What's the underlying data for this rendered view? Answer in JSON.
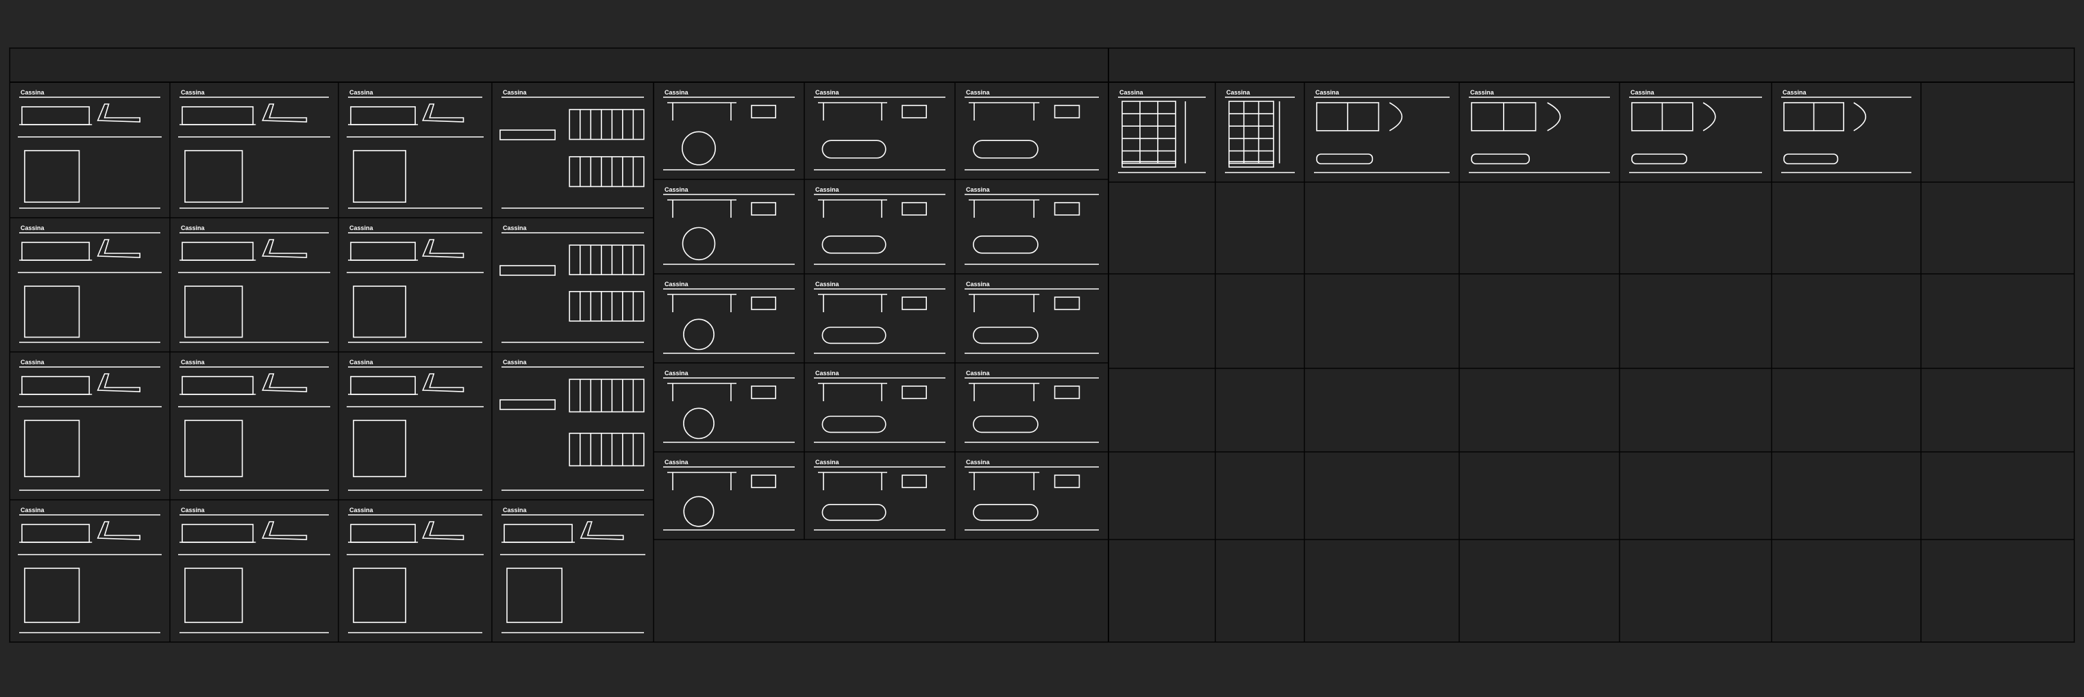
{
  "canvas": {
    "background": "#262626",
    "sheet_color": "#232323",
    "ink_color": "#ffffff",
    "frame_color": "#000000"
  },
  "brand_label": "Cassina",
  "sheets": [
    {
      "name": "sofa-sheet-1",
      "kind": "sofa"
    },
    {
      "name": "sofa-sheet-2",
      "kind": "sofa"
    },
    {
      "name": "sofa-sheet-3",
      "kind": "sofa"
    },
    {
      "name": "bed-sheet-1",
      "kind": "bed"
    },
    {
      "name": "sofa-sheet-4",
      "kind": "sofa"
    },
    {
      "name": "sofa-sheet-5",
      "kind": "sofa"
    },
    {
      "name": "sofa-sheet-6",
      "kind": "sofa"
    },
    {
      "name": "bed-sheet-2",
      "kind": "bed"
    },
    {
      "name": "sectional-sheet-1",
      "kind": "sectional"
    },
    {
      "name": "sectional-sheet-2",
      "kind": "sectional"
    },
    {
      "name": "sectional-sheet-3",
      "kind": "sectional"
    },
    {
      "name": "bed-sheet-3",
      "kind": "bed"
    },
    {
      "name": "sofa-sheet-7",
      "kind": "sofa"
    },
    {
      "name": "daybed-sheet-1",
      "kind": "daybed"
    },
    {
      "name": "daybed-sheet-2",
      "kind": "daybed"
    },
    {
      "name": "bench-sheet-1",
      "kind": "bench"
    },
    {
      "name": "table-sheet-1",
      "kind": "table"
    },
    {
      "name": "table-sheet-2",
      "kind": "table"
    },
    {
      "name": "table-sheet-3",
      "kind": "table"
    },
    {
      "name": "table-sheet-4",
      "kind": "table"
    },
    {
      "name": "table-sheet-5",
      "kind": "table"
    },
    {
      "name": "table-sheet-6",
      "kind": "table"
    },
    {
      "name": "table-sheet-7",
      "kind": "table"
    },
    {
      "name": "table-sheet-8",
      "kind": "table"
    },
    {
      "name": "table-sheet-9",
      "kind": "table"
    },
    {
      "name": "table-sheet-10",
      "kind": "table"
    },
    {
      "name": "table-sheet-11",
      "kind": "table"
    },
    {
      "name": "table-sheet-12",
      "kind": "table"
    },
    {
      "name": "table-sheet-13",
      "kind": "table"
    },
    {
      "name": "table-sheet-14",
      "kind": "table"
    },
    {
      "name": "table-sheet-15",
      "kind": "table"
    },
    {
      "name": "shelf-sheet-1",
      "kind": "shelf"
    },
    {
      "name": "shelf-sheet-2",
      "kind": "shelf"
    },
    {
      "name": "cabinet-sheet-1",
      "kind": "cabinet"
    },
    {
      "name": "cabinet-sheet-2",
      "kind": "cabinet"
    },
    {
      "name": "sideboard-sheet-1",
      "kind": "sideboard"
    },
    {
      "name": "storage-sheet-1",
      "kind": "storage"
    }
  ]
}
